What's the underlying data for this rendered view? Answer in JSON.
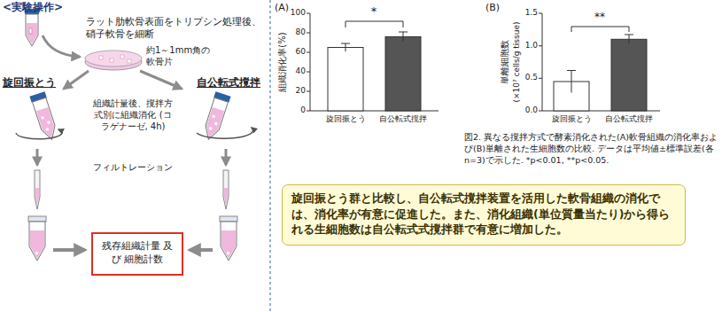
{
  "diagram": {
    "title": "<実験操作>",
    "caption": "図2. 異なる撹拌方式で酵素消化された(A)軟骨組織の消化率および(B)単離された生細胞数の比較. データは平均値±標準誤差(各n=3)で示した. *p<0.01, **p<0.05.",
    "nodes": [
      {
        "text": [
          "残存組織計量 及び 細胞計数"
        ]
      },
      {
        "text": [
          "旋回振とう群と比較し、自公転式撹拌装置を活用した軟骨組織の消化では、消化率が有意に促進した。また、消化組織(単位質量当たり)から得られる生細胞数は自公転式式撹拌群で有意に増加した。"
        ]
      }
    ],
    "labels": [
      "ラット肋軟骨表面をトリプシン処理後、硝子軟骨を細断",
      "約1～1mm角の 軟骨片",
      "旋回振とう",
      "自公転式撹拌",
      "組織計量後、撹拌方式別に組織消化 (コラゲナーゼ, 4h)",
      "フィルトレーション",
      "(A)",
      "100",
      "80",
      "60",
      "40",
      "20",
      "0",
      "組織消化率(%)",
      "*",
      "旋回振とう",
      "自公転式撹拌",
      "(B)",
      "1.5",
      "1.0",
      "0.5",
      "0.0",
      "単離細胞数",
      "(×10⁷ cells/g tissue)",
      "**",
      "旋回振とう",
      "自公転式撹拌"
    ]
  }
}
